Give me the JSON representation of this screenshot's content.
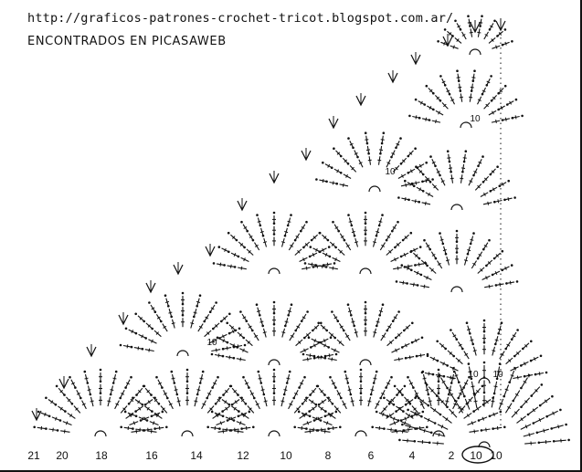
{
  "header": {
    "url": "http://graficos-patrones-crochet-tricot.blogspot.com.ar/",
    "source": "ENCONTRADOS EN  PICASAWEB"
  },
  "row_numbers": [
    "21",
    "20",
    "18",
    "16",
    "14",
    "12",
    "10",
    "8",
    "6",
    "4",
    "2",
    "10",
    "10"
  ],
  "fan_labels": [
    "10",
    "10",
    "10",
    "10",
    "10"
  ],
  "colors": {
    "ink": "#111111",
    "paper": "#ffffff"
  },
  "symbols": [
    "chain-stitch-dot",
    "double-crochet-post",
    "shell-fan",
    "v-stitch"
  ]
}
